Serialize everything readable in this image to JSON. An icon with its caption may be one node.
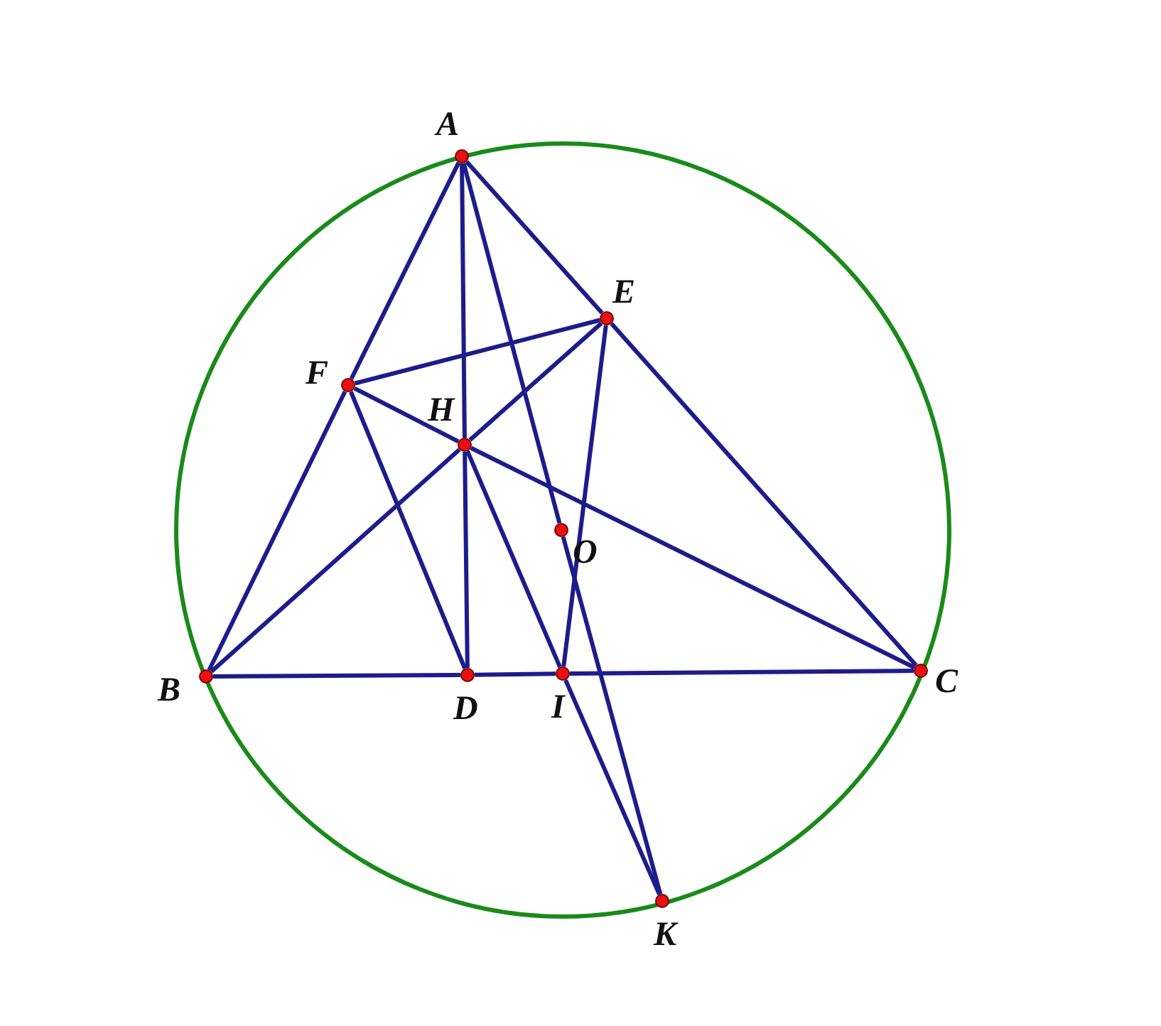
{
  "diagram": {
    "nodes": [
      {
        "text": [
          "A"
        ]
      },
      {
        "text": [
          "E"
        ]
      },
      {
        "text": [
          "F"
        ]
      },
      {
        "text": [
          "H"
        ]
      },
      {
        "text": [
          "O"
        ]
      },
      {
        "text": [
          "B"
        ]
      },
      {
        "text": [
          "D"
        ]
      },
      {
        "text": [
          "I"
        ]
      },
      {
        "text": [
          "C"
        ]
      },
      {
        "text": [
          "K"
        ]
      }
    ],
    "edges": [
      {
        "from": 0,
        "to": 2,
        "arrow": "none"
      },
      {
        "from": 2,
        "to": 5,
        "arrow": "none"
      },
      {
        "from": 0,
        "to": 1,
        "arrow": "none"
      },
      {
        "from": 1,
        "to": 8,
        "arrow": "none"
      },
      {
        "from": 0,
        "to": 3,
        "arrow": "none"
      },
      {
        "from": 3,
        "to": 6,
        "arrow": "none"
      },
      {
        "from": 0,
        "to": 4,
        "arrow": "none"
      },
      {
        "from": 4,
        "to": 9,
        "arrow": "none"
      },
      {
        "from": 5,
        "to": 6,
        "arrow": "none"
      },
      {
        "from": 6,
        "to": 7,
        "arrow": "none"
      },
      {
        "from": 7,
        "to": 8,
        "arrow": "none"
      },
      {
        "from": 5,
        "to": 3,
        "arrow": "none"
      },
      {
        "from": 3,
        "to": 1,
        "arrow": "none"
      },
      {
        "from": 2,
        "to": 3,
        "arrow": "none"
      },
      {
        "from": 3,
        "to": 8,
        "arrow": "none"
      },
      {
        "from": 2,
        "to": 1,
        "arrow": "none"
      },
      {
        "from": 2,
        "to": 6,
        "arrow": "none"
      },
      {
        "from": 3,
        "to": 7,
        "arrow": "none"
      },
      {
        "from": 7,
        "to": 9,
        "arrow": "none"
      },
      {
        "from": 1,
        "to": 7,
        "arrow": "none"
      }
    ]
  }
}
